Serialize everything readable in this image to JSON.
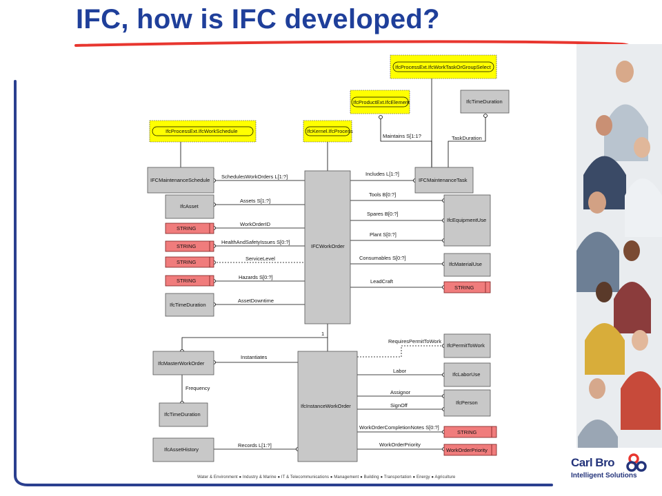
{
  "slide": {
    "title": "IFC, how is IFC developed?",
    "footer": "Water & Environment ● Industry & Marine ● IT & Telecommunications ● Management ● Building ● Transportation ● Energy ● Agriculture",
    "logo": {
      "line1": "Carl Bro",
      "line2": "Intelligent Solutions"
    }
  },
  "colors": {
    "title": "#1f3f9a",
    "accent": "#e8362f",
    "frame_blue": "#2a3f8f",
    "external": "#ffff00",
    "string": "#f07c7c",
    "entity": "#c8c8c8"
  },
  "diagram": {
    "external_entities": [
      {
        "id": "wtgs",
        "label": "IfcProcessExt.IfcWorkTaskOrGroupSelect"
      },
      {
        "id": "pel",
        "label": "IfcProductExt.IfcElement"
      },
      {
        "id": "ws",
        "label": "IfcProcessExt.IfcWorkSchedule"
      },
      {
        "id": "kp",
        "label": "IfcKernel.IfcProcess"
      }
    ],
    "entities": [
      {
        "id": "td1",
        "label": "IfcTimeDuration"
      },
      {
        "id": "ms",
        "label": "IFCMaintenanceSchedule"
      },
      {
        "id": "mt",
        "label": "IFCMaintenanceTask"
      },
      {
        "id": "asset",
        "label": "IfcAsset"
      },
      {
        "id": "wo",
        "label": "IFCWorkOrder"
      },
      {
        "id": "eq",
        "label": "IfcEquipmentUse"
      },
      {
        "id": "mu",
        "label": "IfcMaterialUse"
      },
      {
        "id": "td2",
        "label": "IfcTimeDuration"
      },
      {
        "id": "mwo",
        "label": "IfcMasterWorkOrder"
      },
      {
        "id": "iwo",
        "label": "IfcInstanceWorkOrder"
      },
      {
        "id": "ptw",
        "label": "IfcPermitToWork"
      },
      {
        "id": "lu",
        "label": "IfcLaborUse"
      },
      {
        "id": "per",
        "label": "IfcPerson"
      },
      {
        "id": "td3",
        "label": "IfcTimeDuration"
      },
      {
        "id": "ah",
        "label": "IfcAssetHistory"
      }
    ],
    "string_types": [
      {
        "id": "s1",
        "label": "STRING"
      },
      {
        "id": "s2",
        "label": "STRING"
      },
      {
        "id": "s3",
        "label": "STRING"
      },
      {
        "id": "s4",
        "label": "STRING"
      },
      {
        "id": "s5",
        "label": "STRING"
      },
      {
        "id": "s6",
        "label": "STRING"
      },
      {
        "id": "s7",
        "label": "WorkOrderPriority"
      }
    ],
    "relations": [
      {
        "id": "maintains",
        "label": "Maintains S[1:1?"
      },
      {
        "id": "taskduration",
        "label": "TaskDuration"
      },
      {
        "id": "schedules",
        "label": "SchedulesWorkOrders L[1:?]"
      },
      {
        "id": "includes",
        "label": "Includes L[1:?]"
      },
      {
        "id": "assets",
        "label": "Assets S[1:?]"
      },
      {
        "id": "tools",
        "label": "Tools B[0:?]"
      },
      {
        "id": "spares",
        "label": "Spares B[0:?]"
      },
      {
        "id": "workorderid",
        "label": "WorkOrderID"
      },
      {
        "id": "hs",
        "label": "HealthAndSafetyIssues S[0:?]"
      },
      {
        "id": "plant",
        "label": "Plant S[0:?]"
      },
      {
        "id": "servicelevel",
        "label": "ServiceLevel"
      },
      {
        "id": "consumables",
        "label": "Consumables S[0:?]"
      },
      {
        "id": "hazards",
        "label": "Hazards S[0:?]"
      },
      {
        "id": "leadcraft",
        "label": "LeadCraft"
      },
      {
        "id": "downtime",
        "label": "AssetDowntime"
      },
      {
        "id": "one",
        "label": "1"
      },
      {
        "id": "permit",
        "label": "RequiresPermitToWork"
      },
      {
        "id": "instantiates",
        "label": "Instantiates"
      },
      {
        "id": "labor",
        "label": "Labor"
      },
      {
        "id": "frequency",
        "label": "Frequency"
      },
      {
        "id": "assignor",
        "label": "Assignor"
      },
      {
        "id": "signoff",
        "label": "SignOff"
      },
      {
        "id": "notes",
        "label": "WorkOrderCompletionNotes S[0:?]"
      },
      {
        "id": "priority",
        "label": "WorkOrderPriority"
      },
      {
        "id": "records",
        "label": "Records L[1:?]"
      }
    ]
  }
}
